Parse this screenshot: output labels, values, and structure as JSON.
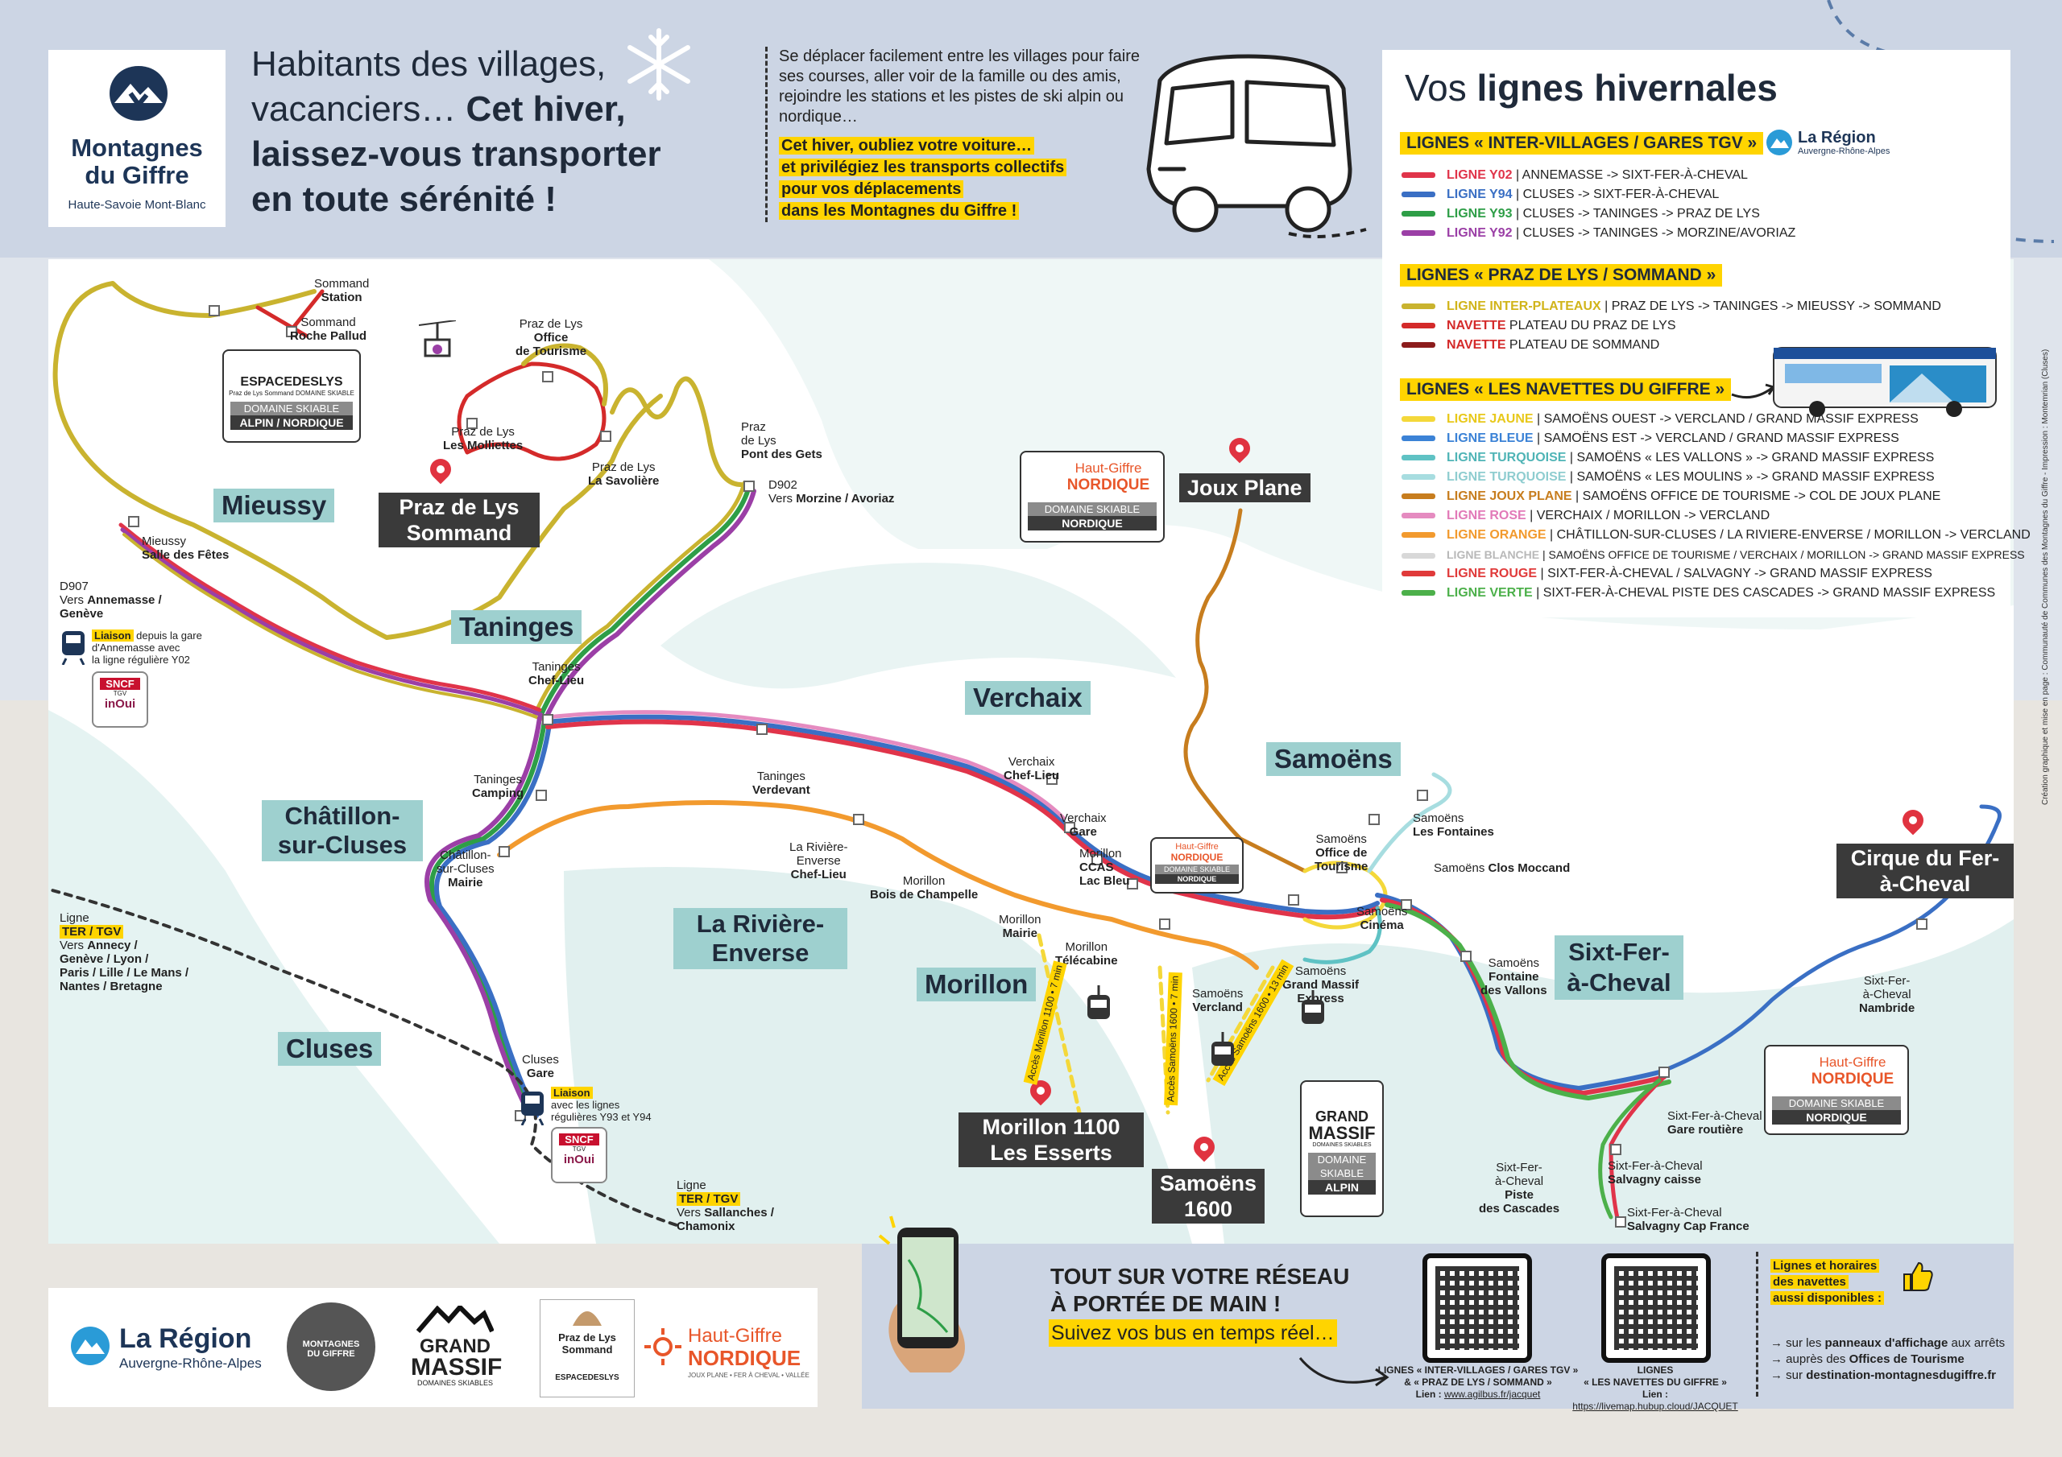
{
  "header": {
    "logo": {
      "line1": "Montagnes",
      "line2": "du Giffre",
      "sub": "Haute-Savoie Mont-Blanc"
    },
    "headline_part1": "Habitants des villages, vacanciers…",
    "headline_bold": "Cet hiver, laissez-vous transporter en toute sérénité !",
    "intro": "Se déplacer facilement entre les villages pour faire ses courses, aller voir de la famille ou des amis, rejoindre les stations et les pistes de ski alpin ou nordique…",
    "intro_highlight": [
      "Cet hiver, oubliez votre voiture…",
      "et privilégiez les transports collectifs",
      "pour vos déplacements",
      "dans les Montagnes du Giffre !"
    ]
  },
  "legend": {
    "title_plain": "Vos ",
    "title_bold": "lignes hivernales",
    "region": {
      "name": "La Région",
      "sub": "Auvergne-Rhône-Alpes"
    },
    "sections": [
      {
        "title": "LIGNES « INTER-VILLAGES / GARES TGV »",
        "rows": [
          {
            "name": "LIGNE Y02",
            "text": " | ANNEMASSE -> SIXT-FER-À-CHEVAL",
            "color": "#e0344a",
            "name_color": "#e0344a"
          },
          {
            "name": "LIGNE Y94",
            "text": " | CLUSES -> SIXT-FER-À-CHEVAL",
            "color": "#3a6fc4",
            "name_color": "#3a6fc4"
          },
          {
            "name": "LIGNE Y93",
            "text": " | CLUSES -> TANINGES -> PRAZ DE LYS",
            "color": "#2e9e47",
            "name_color": "#2e9e47"
          },
          {
            "name": "LIGNE Y92",
            "text": " | CLUSES -> TANINGES -> MORZINE/AVORIAZ",
            "color": "#9b3fa6",
            "name_color": "#9b3fa6"
          }
        ]
      },
      {
        "title": "LIGNES « PRAZ DE LYS / SOMMAND »",
        "rows": [
          {
            "name": "LIGNE INTER-PLATEAUX",
            "text": " | PRAZ DE LYS -> TANINGES -> MIEUSSY -> SOMMAND",
            "color": "#c9b32f",
            "name_color": "#d1b41a"
          },
          {
            "name": "NAVETTE",
            "text": " PLATEAU DU PRAZ DE LYS",
            "color": "#d42a2a",
            "name_color": "#d42a2a"
          },
          {
            "name": "NAVETTE",
            "text": " PLATEAU DE SOMMAND",
            "color": "#8c1c1c",
            "name_color": "#d42a2a"
          }
        ]
      },
      {
        "title": "LIGNES « LES NAVETTES DU GIFFRE »",
        "rows": [
          {
            "name": "LIGNE JAUNE",
            "text": " | SAMOËNS OUEST -> VERCLAND / GRAND MASSIF EXPRESS",
            "color": "#f4d83a",
            "name_color": "#e8c81a"
          },
          {
            "name": "LIGNE BLEUE",
            "text": " | SAMOËNS EST -> VERCLAND / GRAND MASSIF EXPRESS",
            "color": "#3b82d6",
            "name_color": "#3b82d6"
          },
          {
            "name": "LIGNE TURQUOISE",
            "text": " | SAMOËNS « LES VALLONS » -> GRAND MASSIF EXPRESS",
            "color": "#5fc2c4",
            "name_color": "#4fb4b6"
          },
          {
            "name": "LIGNE TURQUOISE",
            "text": " | SAMOËNS « LES MOULINS » -> GRAND MASSIF EXPRESS",
            "color": "#a7dde0",
            "name_color": "#8fcdd0"
          },
          {
            "name": "LIGNE JOUX PLANE",
            "text": " | SAMOËNS OFFICE DE TOURISME -> COL DE JOUX PLANE",
            "color": "#c77d1e",
            "name_color": "#c77d1e"
          },
          {
            "name": "LIGNE ROSE",
            "text": " | VERCHAIX / MORILLON -> VERCLAND",
            "color": "#e58bc0",
            "name_color": "#e27ab8"
          },
          {
            "name": "LIGNE ORANGE",
            "text": " | CHÂTILLON-SUR-CLUSES / LA RIVIERE-ENVERSE / MORILLON -> VERCLAND",
            "color": "#f29a2e",
            "name_color": "#f29a2e"
          },
          {
            "name": "LIGNE BLANCHE",
            "text": " | SAMOËNS OFFICE DE TOURISME / VERCHAIX / MORILLON -> GRAND MASSIF EXPRESS",
            "color": "#d8d8d8",
            "name_color": "#b8b8b8"
          },
          {
            "name": "LIGNE ROUGE",
            "text": " | SIXT-FER-À-CHEVAL / SALVAGNY -> GRAND MASSIF EXPRESS",
            "color": "#e03a3a",
            "name_color": "#e03a3a"
          },
          {
            "name": "LIGNE VERTE",
            "text": " | SIXT-FER-À-CHEVAL PISTE DES CASCADES -> GRAND MASSIF EXPRESS",
            "color": "#4cb04a",
            "name_color": "#4cb04a"
          }
        ]
      }
    ]
  },
  "map": {
    "villages": [
      "Mieussy",
      "Taninges",
      "Verchaix",
      "Samoëns",
      "Châtillon-sur-Cluses",
      "La Rivière-Enverse",
      "Morillon",
      "Cluses",
      "Sixt-Fer-à-Cheval"
    ],
    "destinations": [
      "Praz de Lys Sommand",
      "Joux Plane",
      "Morillon 1100 Les Esserts",
      "Samoëns 1600",
      "Cirque du Fer-à-Cheval"
    ],
    "stops": {
      "sommand_station": [
        "Sommand",
        "Station"
      ],
      "sommand_roche": [
        "Sommand",
        "Roche Pallud"
      ],
      "praz_office": [
        "Praz de Lys",
        "Office",
        "de Tourisme"
      ],
      "praz_molliettes": [
        "Praz de Lys",
        "Les Molliettes"
      ],
      "praz_savoliere": [
        "Praz de Lys",
        "La Savolière"
      ],
      "pont_gets": [
        "Praz",
        "de Lys",
        "Pont des Gets"
      ],
      "d902": [
        "D902",
        "Vers ",
        "Morzine / Avoriaz"
      ],
      "mieussy": [
        "Mieussy",
        "Salle des Fêtes"
      ],
      "d907": [
        "D907",
        "Vers ",
        "Annemasse /",
        "Genève"
      ],
      "liaison_annemasse": [
        "Liaison",
        " depuis la gare",
        "d'Annemasse avec",
        "la ligne régulière Y02"
      ],
      "taninges_cl": [
        "Taninges",
        "Chef-Lieu"
      ],
      "taninges_camping": [
        "Taninges",
        "Camping"
      ],
      "taninges_verdevant": [
        "Taninges",
        "Verdevant"
      ],
      "chatillon_mairie": [
        "Châtillon-",
        "sur-Cluses",
        "Mairie"
      ],
      "riviere_cl": [
        "La Rivière-",
        "Enverse",
        "Chef-Lieu"
      ],
      "morillon_bois": [
        "Morillon",
        "Bois de Champelle"
      ],
      "verchaix_cl": [
        "Verchaix",
        "Chef-Lieu"
      ],
      "verchaix_gare": [
        "Verchaix",
        "Gare"
      ],
      "morillon_ccas": [
        "Morillon",
        "CCAS",
        "Lac Bleu"
      ],
      "morillon_mairie": [
        "Morillon",
        "Mairie"
      ],
      "morillon_telecabine": [
        "Morillon",
        "Télécabine"
      ],
      "samoens_vercland": [
        "Samoëns",
        "Vercland"
      ],
      "samoens_gme": [
        "Samoëns",
        "Grand Massif",
        "Express"
      ],
      "samoens_office": [
        "Samoëns",
        "Office de",
        "Tourisme"
      ],
      "samoens_fontaines": [
        "Samoëns",
        "Les Fontaines"
      ],
      "samoens_clos": [
        "Samoëns ",
        "Clos Moccand"
      ],
      "samoens_cinema": [
        "Samoëns",
        "Cinéma"
      ],
      "samoens_vallons": [
        "Samoëns",
        "Fontaine",
        "des Vallons"
      ],
      "nambride": [
        "Sixt-Fer-",
        "à-Cheval",
        "Nambride"
      ],
      "sixt_gare_routiere": [
        "Sixt-Fer-à-Cheval",
        "Gare routière"
      ],
      "sixt_caisse": [
        "Sixt-Fer-à-Cheval",
        "Salvagny caisse"
      ],
      "sixt_cap": [
        "Sixt-Fer-à-Cheval",
        "Salvagny Cap France"
      ],
      "sixt_cascades": [
        "Sixt-Fer-",
        "à-Cheval",
        "Piste",
        "des Cascades"
      ],
      "cluses_gare": [
        "Cluses",
        "Gare"
      ],
      "liaison_cluses": [
        "Liaison",
        "avec les lignes",
        "régulières Y93 et Y94"
      ],
      "ter_west": [
        "Ligne",
        "TER / TGV",
        "Vers ",
        "Annecy /",
        "Genève / Lyon /",
        "Paris / Lille / Le Mans /",
        "Nantes / Bretagne"
      ],
      "ter_south": [
        "Ligne",
        "TER / TGV",
        "Vers ",
        "Sallanches /",
        "Chamonix"
      ]
    },
    "lift_access": [
      "Accès Morillon 1100 • 7 min",
      "Accès Samoëns 1600 • 7 min",
      "Accès Samoëns 1600 • 13 min"
    ],
    "badges": {
      "espace": {
        "name": "ESPACEDESLYS",
        "sub": "Praz de Lys Sommand DOMAINE SKIABLE",
        "l1": "DOMAINE SKIABLE",
        "l2": "ALPIN / NORDIQUE"
      },
      "hg": {
        "a": "Haut-Giffre",
        "b": "NORDIQUE",
        "l1": "DOMAINE SKIABLE",
        "l2": "NORDIQUE"
      },
      "gm": {
        "a": "GRAND",
        "b": "MASSIF",
        "c": "DOMAINES SKIABLES",
        "l1": "DOMAINE",
        "l2": "SKIABLE",
        "l3": "ALPIN"
      },
      "sncf": {
        "a": "SNCF",
        "b": "TGV",
        "c": "inOui"
      }
    }
  },
  "credit": "Création graphique et mise en page : Communauté de Communes des Montagnes du Giffre - Impression : Montemrian (Cluses)",
  "footer": {
    "region": {
      "name": "La Région",
      "sub": "Auvergne-Rhône-Alpes"
    },
    "logo_mdg": [
      "MONTAGNES",
      "DU GIFFRE"
    ],
    "logo_gm": [
      "GRAND",
      "MASSIF",
      "DOMAINES SKIABLES"
    ],
    "logo_praz": [
      "Praz de Lys",
      "Sommand",
      "ESPACEDESLYS"
    ],
    "logo_hg": [
      "Haut-Giffre",
      "NORDIQUE",
      "JOUX PLANE • FER À CHEVAL • VALLÉE"
    ],
    "cta_title": [
      "TOUT SUR VOTRE RÉSEAU",
      "À PORTÉE DE MAIN !"
    ],
    "cta_highlight": "Suivez vos bus en temps réel…",
    "qr1": {
      "lines": [
        "LIGNES « INTER-VILLAGES / GARES TGV »",
        "& « PRAZ DE LYS / SOMMAND »"
      ],
      "link_label": "Lien : ",
      "link": "www.agilbus.fr/jacquet"
    },
    "qr2": {
      "lines": [
        "LIGNES",
        "« LES NAVETTES DU GIFFRE »"
      ],
      "link_label": "Lien : ",
      "link": "https://livemap.hubup.cloud/JACQUET"
    },
    "info_title": [
      "Lignes et horaires",
      "des navettes",
      "aussi disponibles :"
    ],
    "info_items": [
      [
        "sur les ",
        "panneaux d'affichage",
        " aux arrêts"
      ],
      [
        "auprès des ",
        "Offices de Tourisme",
        ""
      ],
      [
        "sur ",
        "destination-montagnesdugiffre.fr",
        ""
      ]
    ]
  }
}
